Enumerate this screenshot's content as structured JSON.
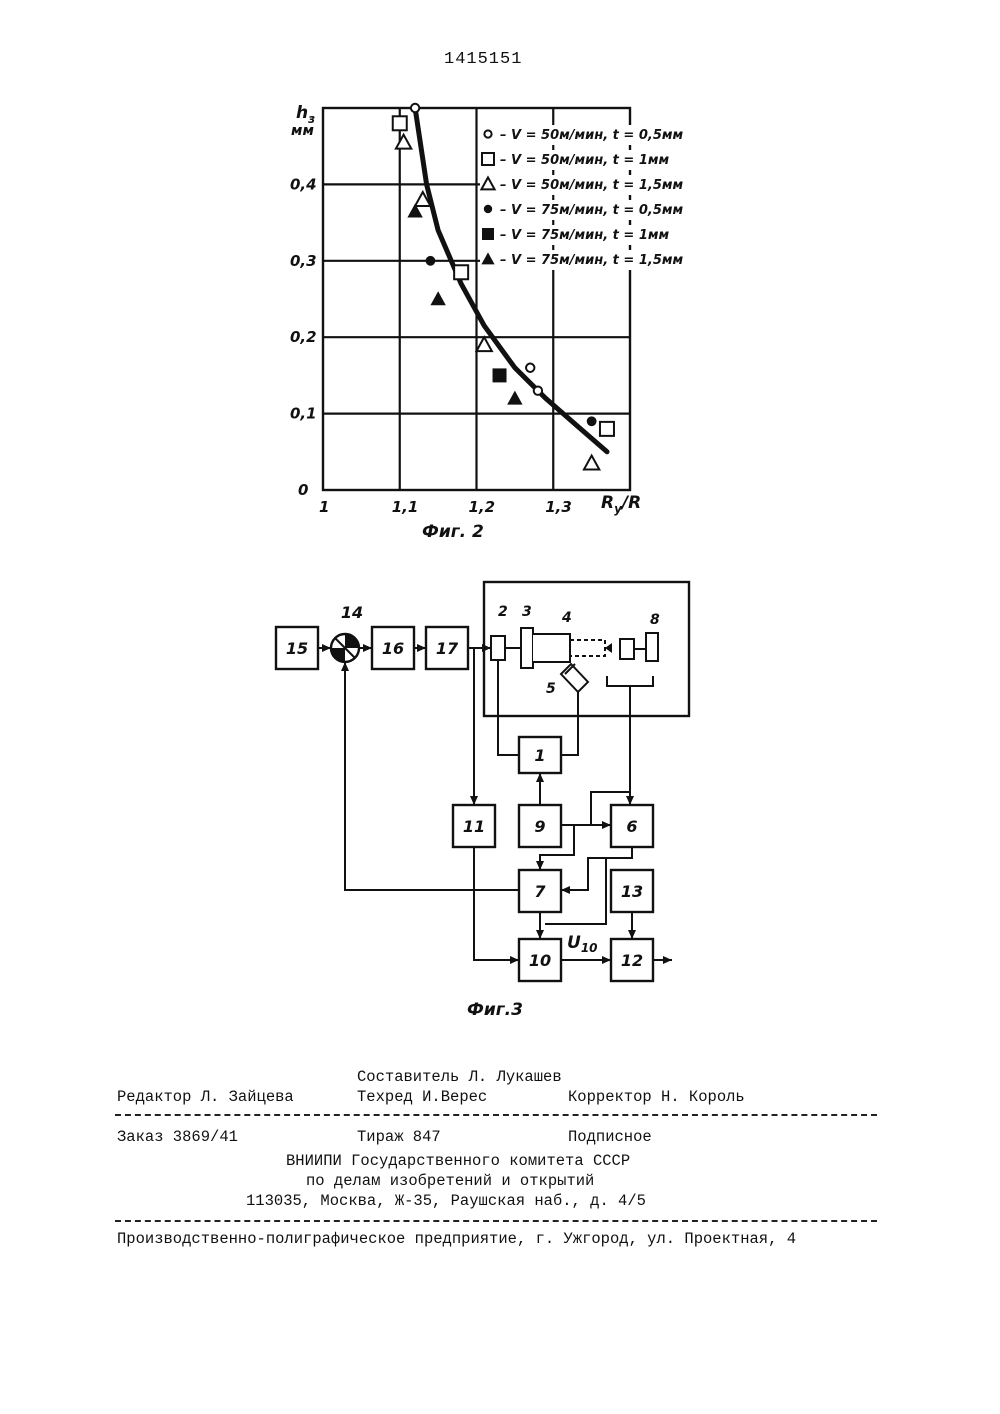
{
  "page_number": "1415151",
  "fig2": {
    "caption": "Фиг. 2",
    "ylabel": "h",
    "ylabel_sub": "з",
    "yunit": "мм",
    "xlabel": "R",
    "xlabel_sub": "у",
    "xlabel_den": "/R",
    "chart_data": {
      "type": "scatter",
      "xlim": [
        1.0,
        1.4
      ],
      "ylim": [
        0,
        0.5
      ],
      "x_ticks": [
        "1",
        "1,1",
        "1,2",
        "1,3"
      ],
      "y_ticks": [
        "0",
        "0,1",
        "0,2",
        "0,3",
        "0,4"
      ],
      "grid": true,
      "legend_placement": "top-right",
      "series": [
        {
          "name": "V = 50м/мин, t = 0,5мм",
          "marker": "open-circle",
          "points": [
            [
              1.12,
              0.5
            ],
            [
              1.27,
              0.16
            ],
            [
              1.28,
              0.13
            ]
          ]
        },
        {
          "name": "V = 50м/мин, t = 1мм",
          "marker": "open-square",
          "points": [
            [
              1.1,
              0.48
            ],
            [
              1.18,
              0.285
            ],
            [
              1.37,
              0.08
            ]
          ]
        },
        {
          "name": "V = 50м/мин, t = 1,5мм",
          "marker": "open-triangle",
          "points": [
            [
              1.105,
              0.455
            ],
            [
              1.13,
              0.38
            ],
            [
              1.21,
              0.19
            ],
            [
              1.35,
              0.035
            ]
          ]
        },
        {
          "name": "V = 75м/мин, t = 0,5мм",
          "marker": "filled-circle",
          "points": [
            [
              1.14,
              0.3
            ],
            [
              1.35,
              0.09
            ]
          ]
        },
        {
          "name": "V = 75м/мин, t = 1мм",
          "marker": "filled-square",
          "points": [
            [
              1.23,
              0.15
            ]
          ]
        },
        {
          "name": "V = 75м/мин, t = 1,5мм",
          "marker": "filled-triangle",
          "points": [
            [
              1.12,
              0.365
            ],
            [
              1.15,
              0.25
            ],
            [
              1.25,
              0.12
            ]
          ]
        }
      ],
      "curve": [
        [
          1.12,
          0.5
        ],
        [
          1.135,
          0.4
        ],
        [
          1.15,
          0.34
        ],
        [
          1.18,
          0.27
        ],
        [
          1.21,
          0.215
        ],
        [
          1.25,
          0.16
        ],
        [
          1.29,
          0.12
        ],
        [
          1.33,
          0.085
        ],
        [
          1.37,
          0.05
        ]
      ]
    }
  },
  "fig3": {
    "caption": "Фиг.3",
    "blocks": [
      "1",
      "6",
      "7",
      "9",
      "10",
      "11",
      "12",
      "13",
      "14",
      "15",
      "16",
      "17"
    ],
    "machine_labels": [
      "2",
      "3",
      "4",
      "5",
      "8"
    ],
    "signal": "U",
    "signal_sub": "10"
  },
  "imprint": {
    "compiler": "Составитель Л. Лукашев",
    "editor": "Редактор Л. Зайцева",
    "techred": "Техред И.Верес",
    "corrector": "Корректор Н. Король",
    "order": "Заказ 3869/41",
    "circulation": "Тираж 847",
    "subscription": "Подписное",
    "org1": "ВНИИПИ Государственного комитета СССР",
    "org2": "по делам изобретений и открытий",
    "address": "113035, Москва, Ж-35, Раушская наб., д. 4/5",
    "printer": "Производственно-полиграфическое предприятие, г. Ужгород, ул. Проектная, 4"
  }
}
